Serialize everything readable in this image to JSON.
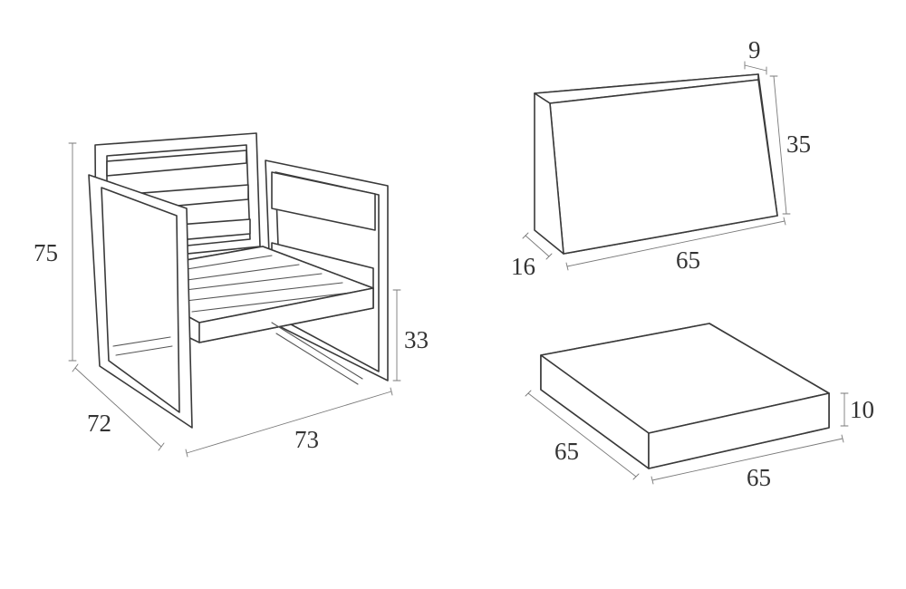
{
  "chair": {
    "height": "75",
    "depth": "72",
    "width": "73",
    "seat_height": "33"
  },
  "back_cushion": {
    "top_thickness": "9",
    "height": "35",
    "bottom_thickness": "16",
    "width": "65"
  },
  "seat_cushion": {
    "thickness": "10",
    "depth": "65",
    "width": "65"
  },
  "colors": {
    "line": "#3a3a3a",
    "text": "#333333"
  }
}
